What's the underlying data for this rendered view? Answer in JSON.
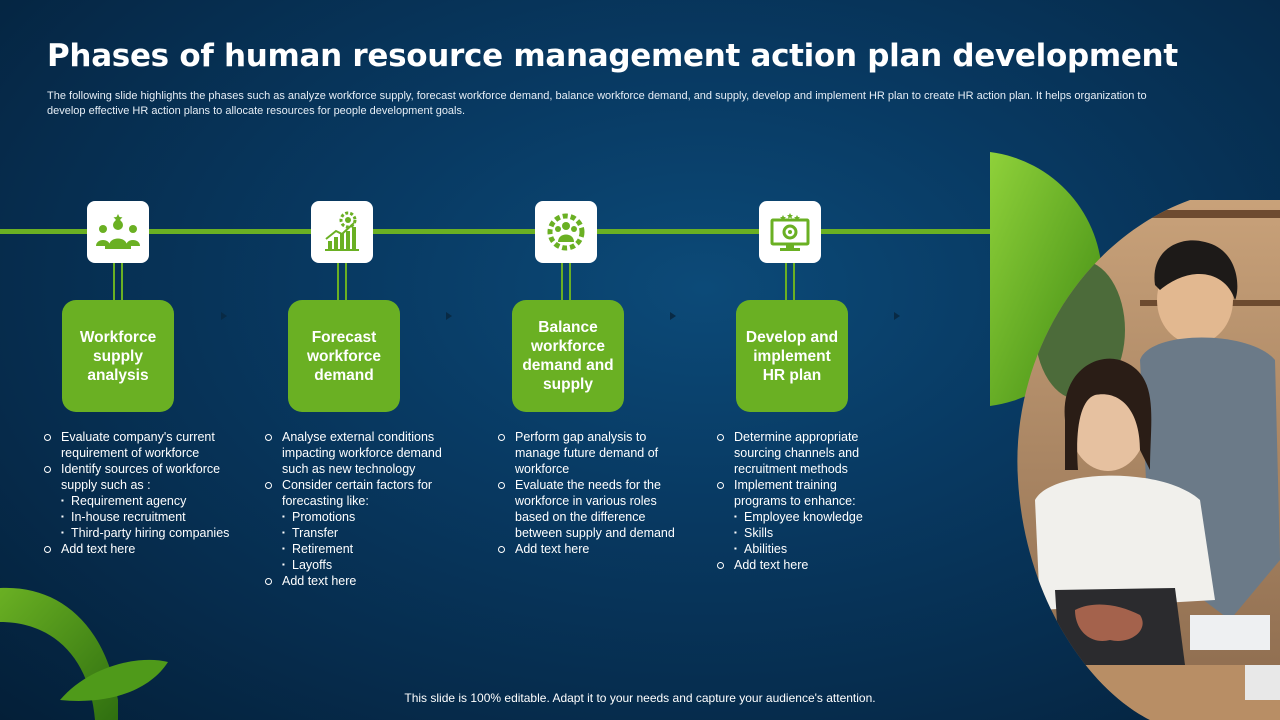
{
  "title": "Phases of human resource management action plan development",
  "subtitle": "The following slide highlights the phases such as analyze workforce supply, forecast workforce demand, balance workforce demand, and supply, develop and implement HR plan to create HR action plan. It helps organization to develop effective HR action plans to allocate resources for people development goals.",
  "phases": [
    {
      "icon": "team-icon",
      "label": "Workforce supply analysis",
      "bullets": [
        {
          "text": "Evaluate company's current requirement of workforce"
        },
        {
          "text": "Identify sources of workforce supply such as :",
          "sub": [
            "Requirement agency",
            "In-house recruitment",
            "Third-party hiring companies"
          ]
        },
        {
          "text": "Add text here"
        }
      ]
    },
    {
      "icon": "growth-chart-icon",
      "label": "Forecast workforce demand",
      "bullets": [
        {
          "text": "Analyse external conditions impacting workforce demand such as new technology"
        },
        {
          "text": "Consider certain factors for forecasting like:",
          "sub": [
            "Promotions",
            "Transfer",
            "Retirement",
            "Layoffs"
          ]
        },
        {
          "text": "Add text here"
        }
      ]
    },
    {
      "icon": "people-gear-icon",
      "label": "Balance workforce demand and supply",
      "bullets": [
        {
          "text": "Perform gap analysis to manage future demand of workforce"
        },
        {
          "text": "Evaluate the needs for the workforce in various roles based on the difference between supply and demand"
        },
        {
          "text": "Add text here"
        }
      ]
    },
    {
      "icon": "monitor-plan-icon",
      "label": "Develop and implement HR plan",
      "bullets": [
        {
          "text": "Determine appropriate sourcing channels and recruitment methods"
        },
        {
          "text": "Implement training programs to enhance:",
          "sub": [
            "Employee knowledge",
            "Skills",
            "Abilities"
          ]
        },
        {
          "text": "Add text here"
        }
      ]
    }
  ],
  "footer": "This slide is 100% editable. Adapt it to your needs and capture your audience's attention.",
  "colors": {
    "accent": "#6ab023",
    "background": "#083a63",
    "text": "#ffffff"
  }
}
